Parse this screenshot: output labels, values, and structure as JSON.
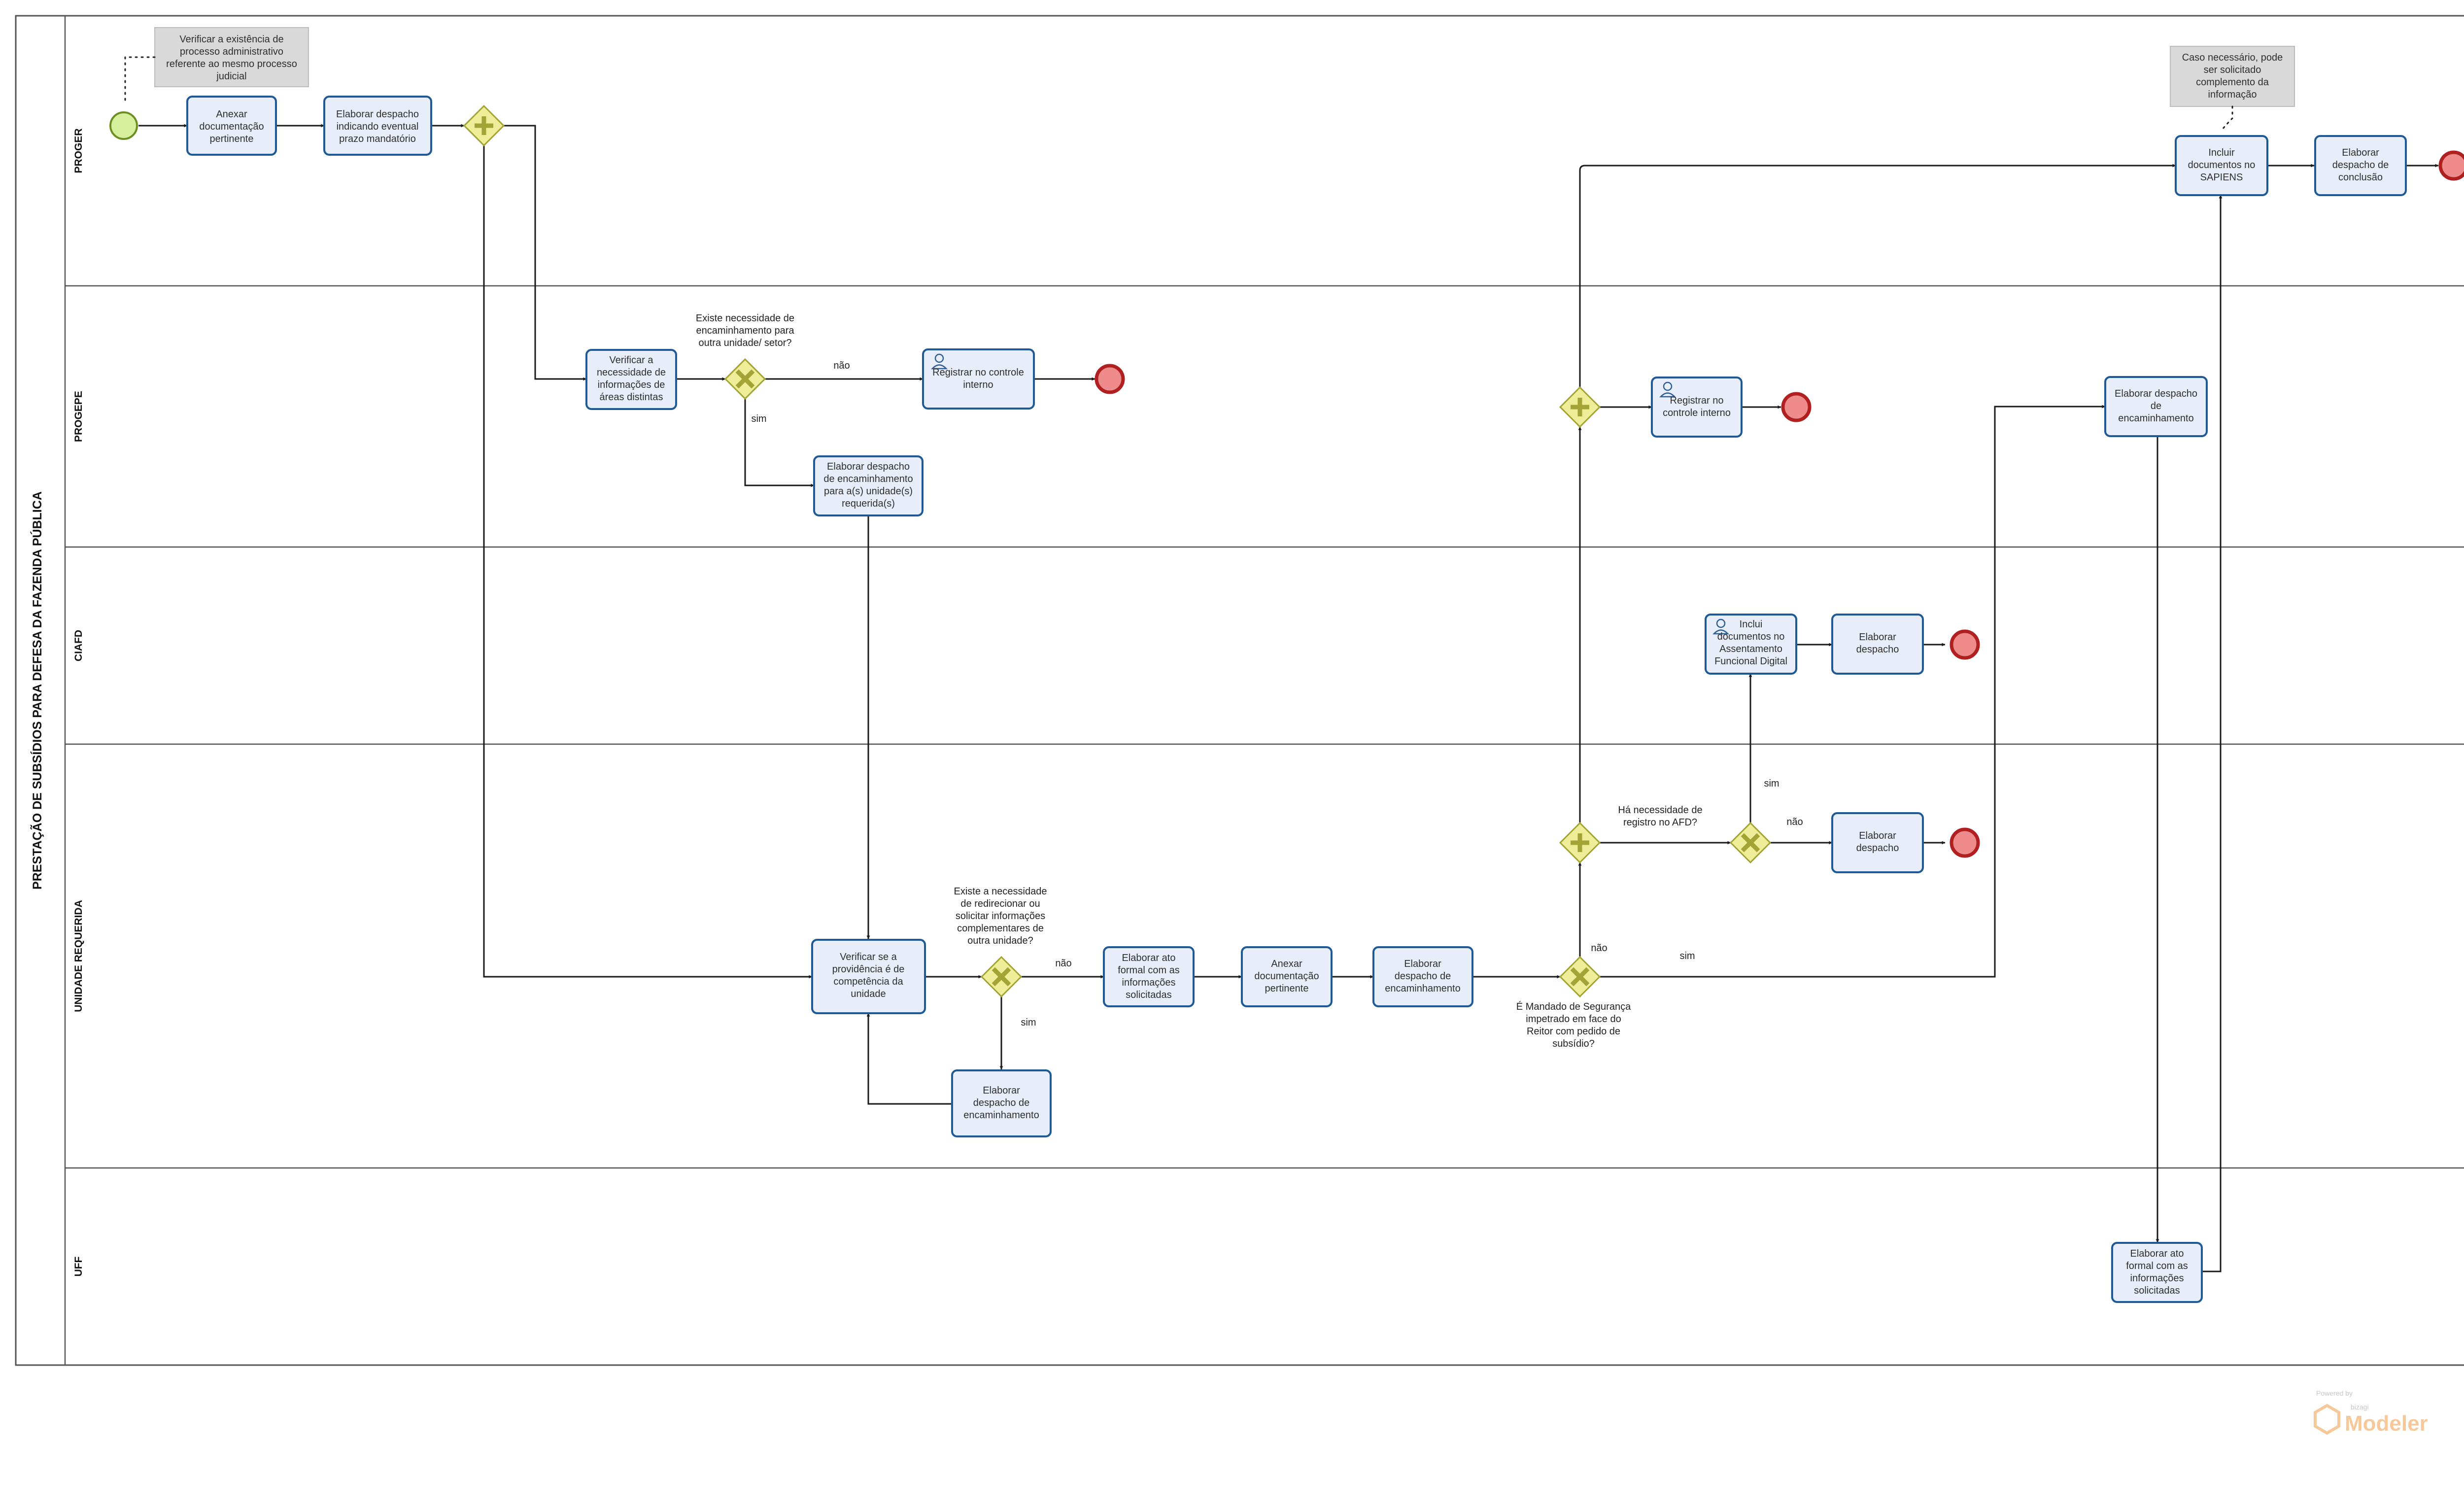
{
  "pool": {
    "title": "PRESTAÇÃO DE SUBSÍDIOS  PARA DEFESA DA FAZENDA PÚBLICA"
  },
  "lanes": {
    "proger": "PROGER",
    "progepe": "PROGEPE",
    "ciafd": "CIAFD",
    "unidade": "UNIDADE REQUERIDA",
    "uff": "UFF"
  },
  "notes": {
    "n1": [
      "Verificar a existência de",
      "processo administrativo",
      "referente ao mesmo processo",
      "judicial"
    ],
    "n2": [
      "Caso necessário, pode",
      "ser solicitado",
      "complemento da",
      "informação"
    ]
  },
  "tasks": {
    "t1": [
      "Anexar",
      "documentação",
      "pertinente"
    ],
    "t2": [
      "Elaborar despacho",
      "indicando eventual",
      "prazo mandatório"
    ],
    "t3": [
      "Verificar a",
      "necessidade de",
      "informações de",
      "áreas distintas"
    ],
    "t4": [
      "Registrar no controle",
      "interno"
    ],
    "t5": [
      "Elaborar despacho",
      "de encaminhamento",
      "para a(s) unidade(s)",
      "requerida(s)"
    ],
    "t6": [
      "Verificar se a",
      "providência é de",
      "competência da",
      "unidade"
    ],
    "t7": [
      "Elaborar ato",
      "formal com as",
      "informações",
      "solicitadas"
    ],
    "t8": [
      "Anexar",
      "documentação",
      "pertinente"
    ],
    "t9": [
      "Elaborar",
      "despacho de",
      "encaminhamento"
    ],
    "t10": [
      "Elaborar",
      "despacho de",
      "encaminhamento"
    ],
    "t11": [
      "Registrar no",
      "controle interno"
    ],
    "t12": [
      "Inclui",
      "documentos no",
      "Assentamento",
      "Funcional Digital"
    ],
    "t13": [
      "Elaborar",
      "despacho"
    ],
    "t14": [
      "Elaborar",
      "despacho"
    ],
    "t15": [
      "Elaborar despacho",
      "de",
      "encaminhamento"
    ],
    "t16": [
      "Incluir",
      "documentos no",
      "SAPIENS"
    ],
    "t17": [
      "Elaborar",
      "despacho de",
      "conclusão"
    ],
    "t18": [
      "Elaborar ato",
      "formal com as",
      "informações",
      "solicitadas"
    ]
  },
  "gateways": {
    "g2": [
      "Existe necessidade de",
      "encaminhamento para",
      "outra unidade/ setor?"
    ],
    "g3": [
      "Existe a necessidade",
      "de redirecionar ou",
      "solicitar informações",
      "complementares de",
      "outra unidade?"
    ],
    "g4": [
      "É Mandado de Segurança",
      "impetrado em face do",
      "Reitor com pedido de",
      "subsídio?"
    ],
    "g6": [
      "Há necessidade de",
      "registro no AFD?"
    ]
  },
  "flow_labels": {
    "g2_no": "não",
    "g2_yes": "sim",
    "g3_no": "não",
    "g3_yes": "sim",
    "g4_no": "não",
    "g4_yes": "sim",
    "g6_yes": "sim",
    "g6_no": "não"
  },
  "logo": {
    "powered": "Powered by",
    "brand_small": "bizagi",
    "brand": "Modeler"
  },
  "colors": {
    "task_fill": "#e8eef9",
    "task_stroke": "#1f5a96",
    "gateway_fill": "#eeee99",
    "start_fill": "#d6ef9d",
    "end_fill": "#ee8b8b",
    "note_fill": "#d9d9d9"
  }
}
